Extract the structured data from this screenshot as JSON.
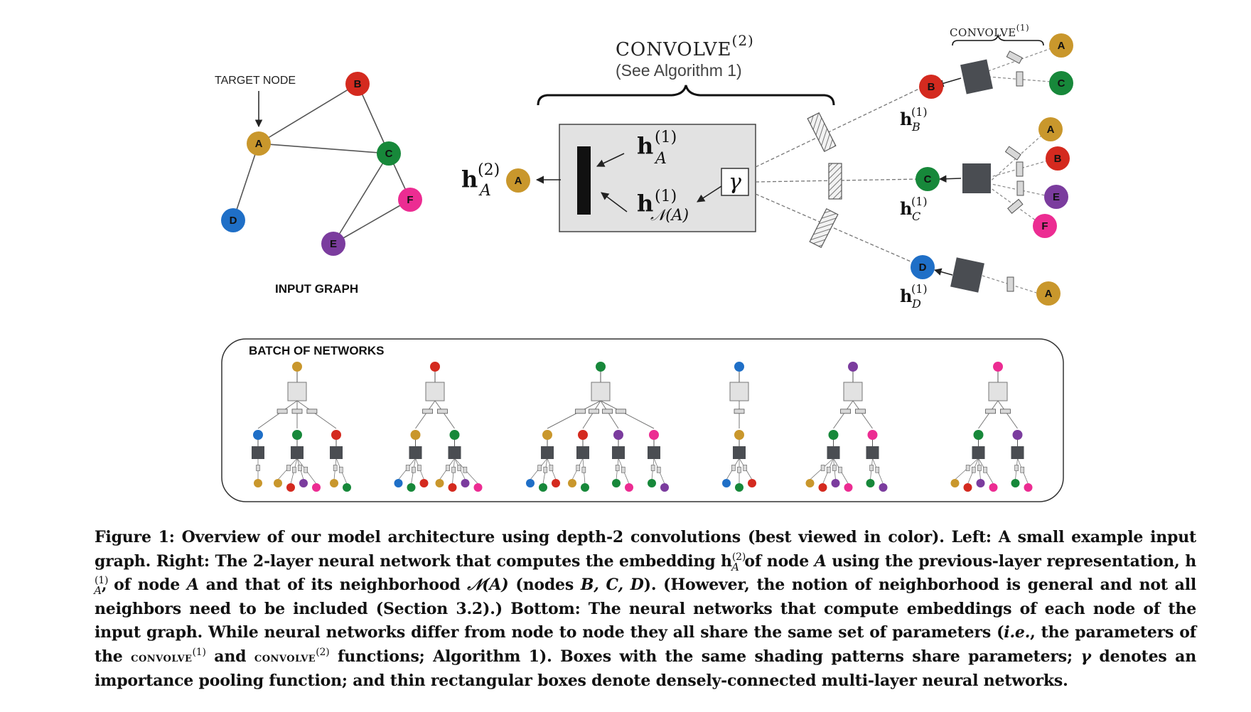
{
  "input_graph": {
    "target_label": "TARGET NODE",
    "title": "INPUT GRAPH",
    "nodes": {
      "A": "A",
      "B": "B",
      "C": "C",
      "D": "D",
      "E": "E",
      "F": "F"
    }
  },
  "colors": {
    "A": "#c9972c",
    "B": "#d42a1f",
    "C": "#17883a",
    "D": "#1f6fc7",
    "E": "#7b3c9e",
    "F": "#ec2c92",
    "dark_box": "#4a4d52",
    "light_box": "#e2e2e2"
  },
  "convolve2": {
    "title": "CONVOLVE",
    "title_sup": "(2)",
    "subtitle": "(See Algorithm 1)",
    "output_h": "h",
    "output_sup": "(2)",
    "output_sub": "A",
    "output_node": "A",
    "hA_h": "h",
    "hA_sup": "(1)",
    "hA_sub": "A",
    "hN_h": "h",
    "hN_sup": "(1)",
    "hN_sub": "𝒩(A)",
    "gamma": "γ"
  },
  "convolve1": {
    "title": "CONVOLVE",
    "title_sup": "(1)",
    "hB": {
      "h": "h",
      "sup": "(1)",
      "sub": "B"
    },
    "hC": {
      "h": "h",
      "sup": "(1)",
      "sub": "C"
    },
    "hD": {
      "h": "h",
      "sup": "(1)",
      "sub": "D"
    },
    "nodes": {
      "B": "B",
      "C": "C",
      "D": "D",
      "BA": "A",
      "BC": "C",
      "CA": "A",
      "CB": "B",
      "CE": "E",
      "CF": "F",
      "DA": "A"
    }
  },
  "batch": {
    "title": "BATCH OF NETWORKS",
    "networks": [
      "A",
      "B",
      "C",
      "D",
      "E",
      "F"
    ]
  },
  "caption": {
    "p1": "Figure 1: Overview of our model architecture using depth-2 convolutions (best viewed in color). Left: A small example input graph. Right: The 2-layer neural network that computes the embedding h",
    "p1_sup": "(2)",
    "p1_sub": "A",
    "p2": " of node ",
    "p2_var": "A",
    "p3": " using the previous-layer representation, h",
    "p3_sup": "(1)",
    "p3_sub": "A",
    "p4": ", of node ",
    "p4_var": "A",
    "p5": " and that of its neighborhood ",
    "p5_var": "𝒩(A)",
    "p6": " (nodes ",
    "p6_var": "B, C, D",
    "p7": "). (However, the notion of neighborhood is general and not all neighbors need to be included (Section 3.2).) Bottom: The neural networks that compute embeddings of each node of the input graph. While neural networks differ from node to node they all share the same set of parameters (",
    "p7_var": "i.e.",
    "p8": ", the parameters of the ",
    "p8_sc": "convolve",
    "p8_sup": "(1)",
    "p9": " and ",
    "p9_sc": "convolve",
    "p9_sup": "(2)",
    "p10": " functions; Algorithm 1). Boxes with the same shading patterns share parameters; ",
    "p10_var": "γ",
    "p11": " denotes an importance pooling function; and thin rectangular boxes denote densely-connected multi-layer neural networks."
  }
}
